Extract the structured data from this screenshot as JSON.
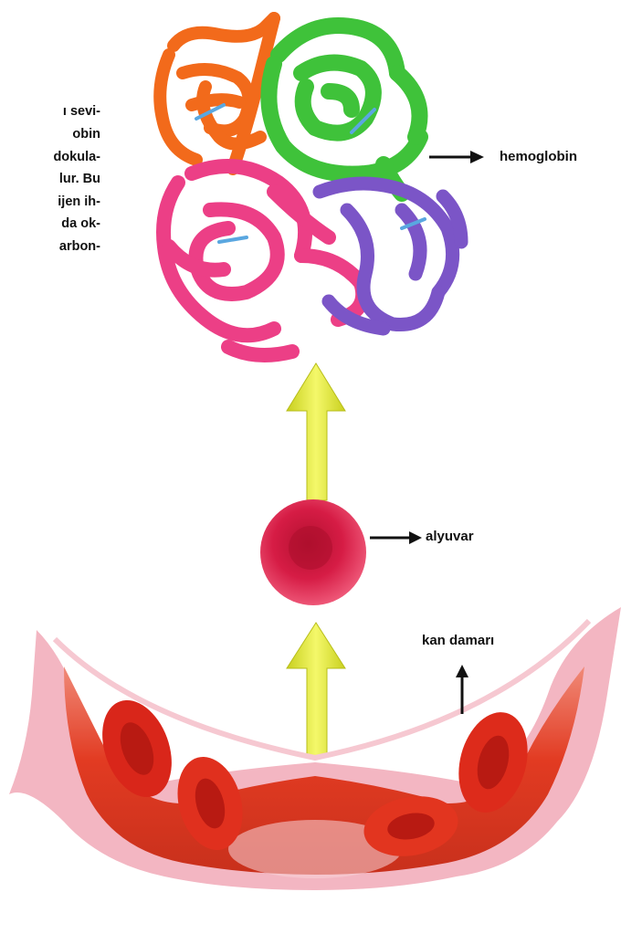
{
  "side_text_lines": [
    "ı sevi-",
    "obin",
    "dokula-",
    "lur. Bu",
    "ijen ih-",
    "da ok-",
    "arbon-"
  ],
  "labels": {
    "hemoglobin": "hemoglobin",
    "alyuvar": "alyuvar",
    "kan_damari": "kan damarı"
  },
  "colors": {
    "orange_chain": "#f26a1b",
    "green_chain": "#3fc23a",
    "pink_chain": "#ec3f86",
    "purple_chain": "#7b55c7",
    "arrow_yellow": "#e7ef3a",
    "red_cell": "#d61c45",
    "vessel_red": "#e23b22",
    "vessel_pink": "#f3b6c2"
  }
}
